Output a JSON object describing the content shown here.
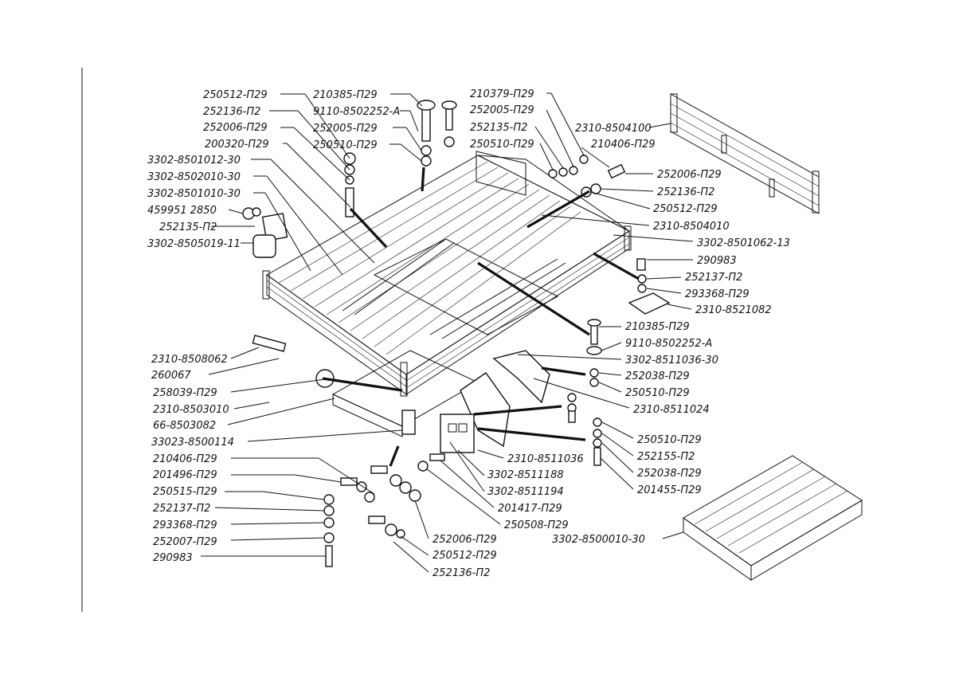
{
  "labels": {
    "l01": "250512-П29",
    "l02": "252136-П2",
    "l03": "252006-П29",
    "l04": "200320-П29",
    "l05": "3302-8501012-30",
    "l06": "3302-8502010-30",
    "l07": "3302-8501010-30",
    "l08": "459951 2850",
    "l09": "252135-П2",
    "l10": "3302-8505019-11",
    "l11": "210385-П29",
    "l12": "9110-8502252-А",
    "l13": "252005-П29",
    "l14": "250510-П29",
    "l15": "210379-П29",
    "l16": "252005-П29",
    "l17": "252135-П2",
    "l18": "250510-П29",
    "l19": "2310-8504100",
    "l20": "210406-П29",
    "l21": "252006-П29",
    "l22": "252136-П2",
    "l23": "250512-П29",
    "l24": "2310-8504010",
    "l25": "3302-8501062-13",
    "l26": "290983",
    "l27": "252137-П2",
    "l28": "293368-П29",
    "l29": "2310-8521082",
    "l30": "210385-П29",
    "l31": "9110-8502252-А",
    "l32": "3302-8511036-30",
    "l33": "252038-П29",
    "l34": "250510-П29",
    "l35": "2310-8511024",
    "l36": "250510-П29",
    "l37": "252155-П2",
    "l38": "252038-П29",
    "l39": "201455-П29",
    "l40": "2310-8508062",
    "l41": "260067",
    "l42": "258039-П29",
    "l43": "2310-8503010",
    "l44": "66-8503082",
    "l45": "33023-8500114",
    "l46": "210406-П29",
    "l47": "201496-П29",
    "l48": "250515-П29",
    "l49": "252137-П2",
    "l50": "293368-П29",
    "l51": "252007-П29",
    "l52": "290983",
    "l53": "2310-8511036",
    "l54": "3302-8511188",
    "l55": "3302-8511194",
    "l56": "201417-П29",
    "l57": "250508-П29",
    "l58": "252006-П29",
    "l59": "250512-П29",
    "l60": "252136-П2",
    "l61": "3302-8500010-30"
  }
}
